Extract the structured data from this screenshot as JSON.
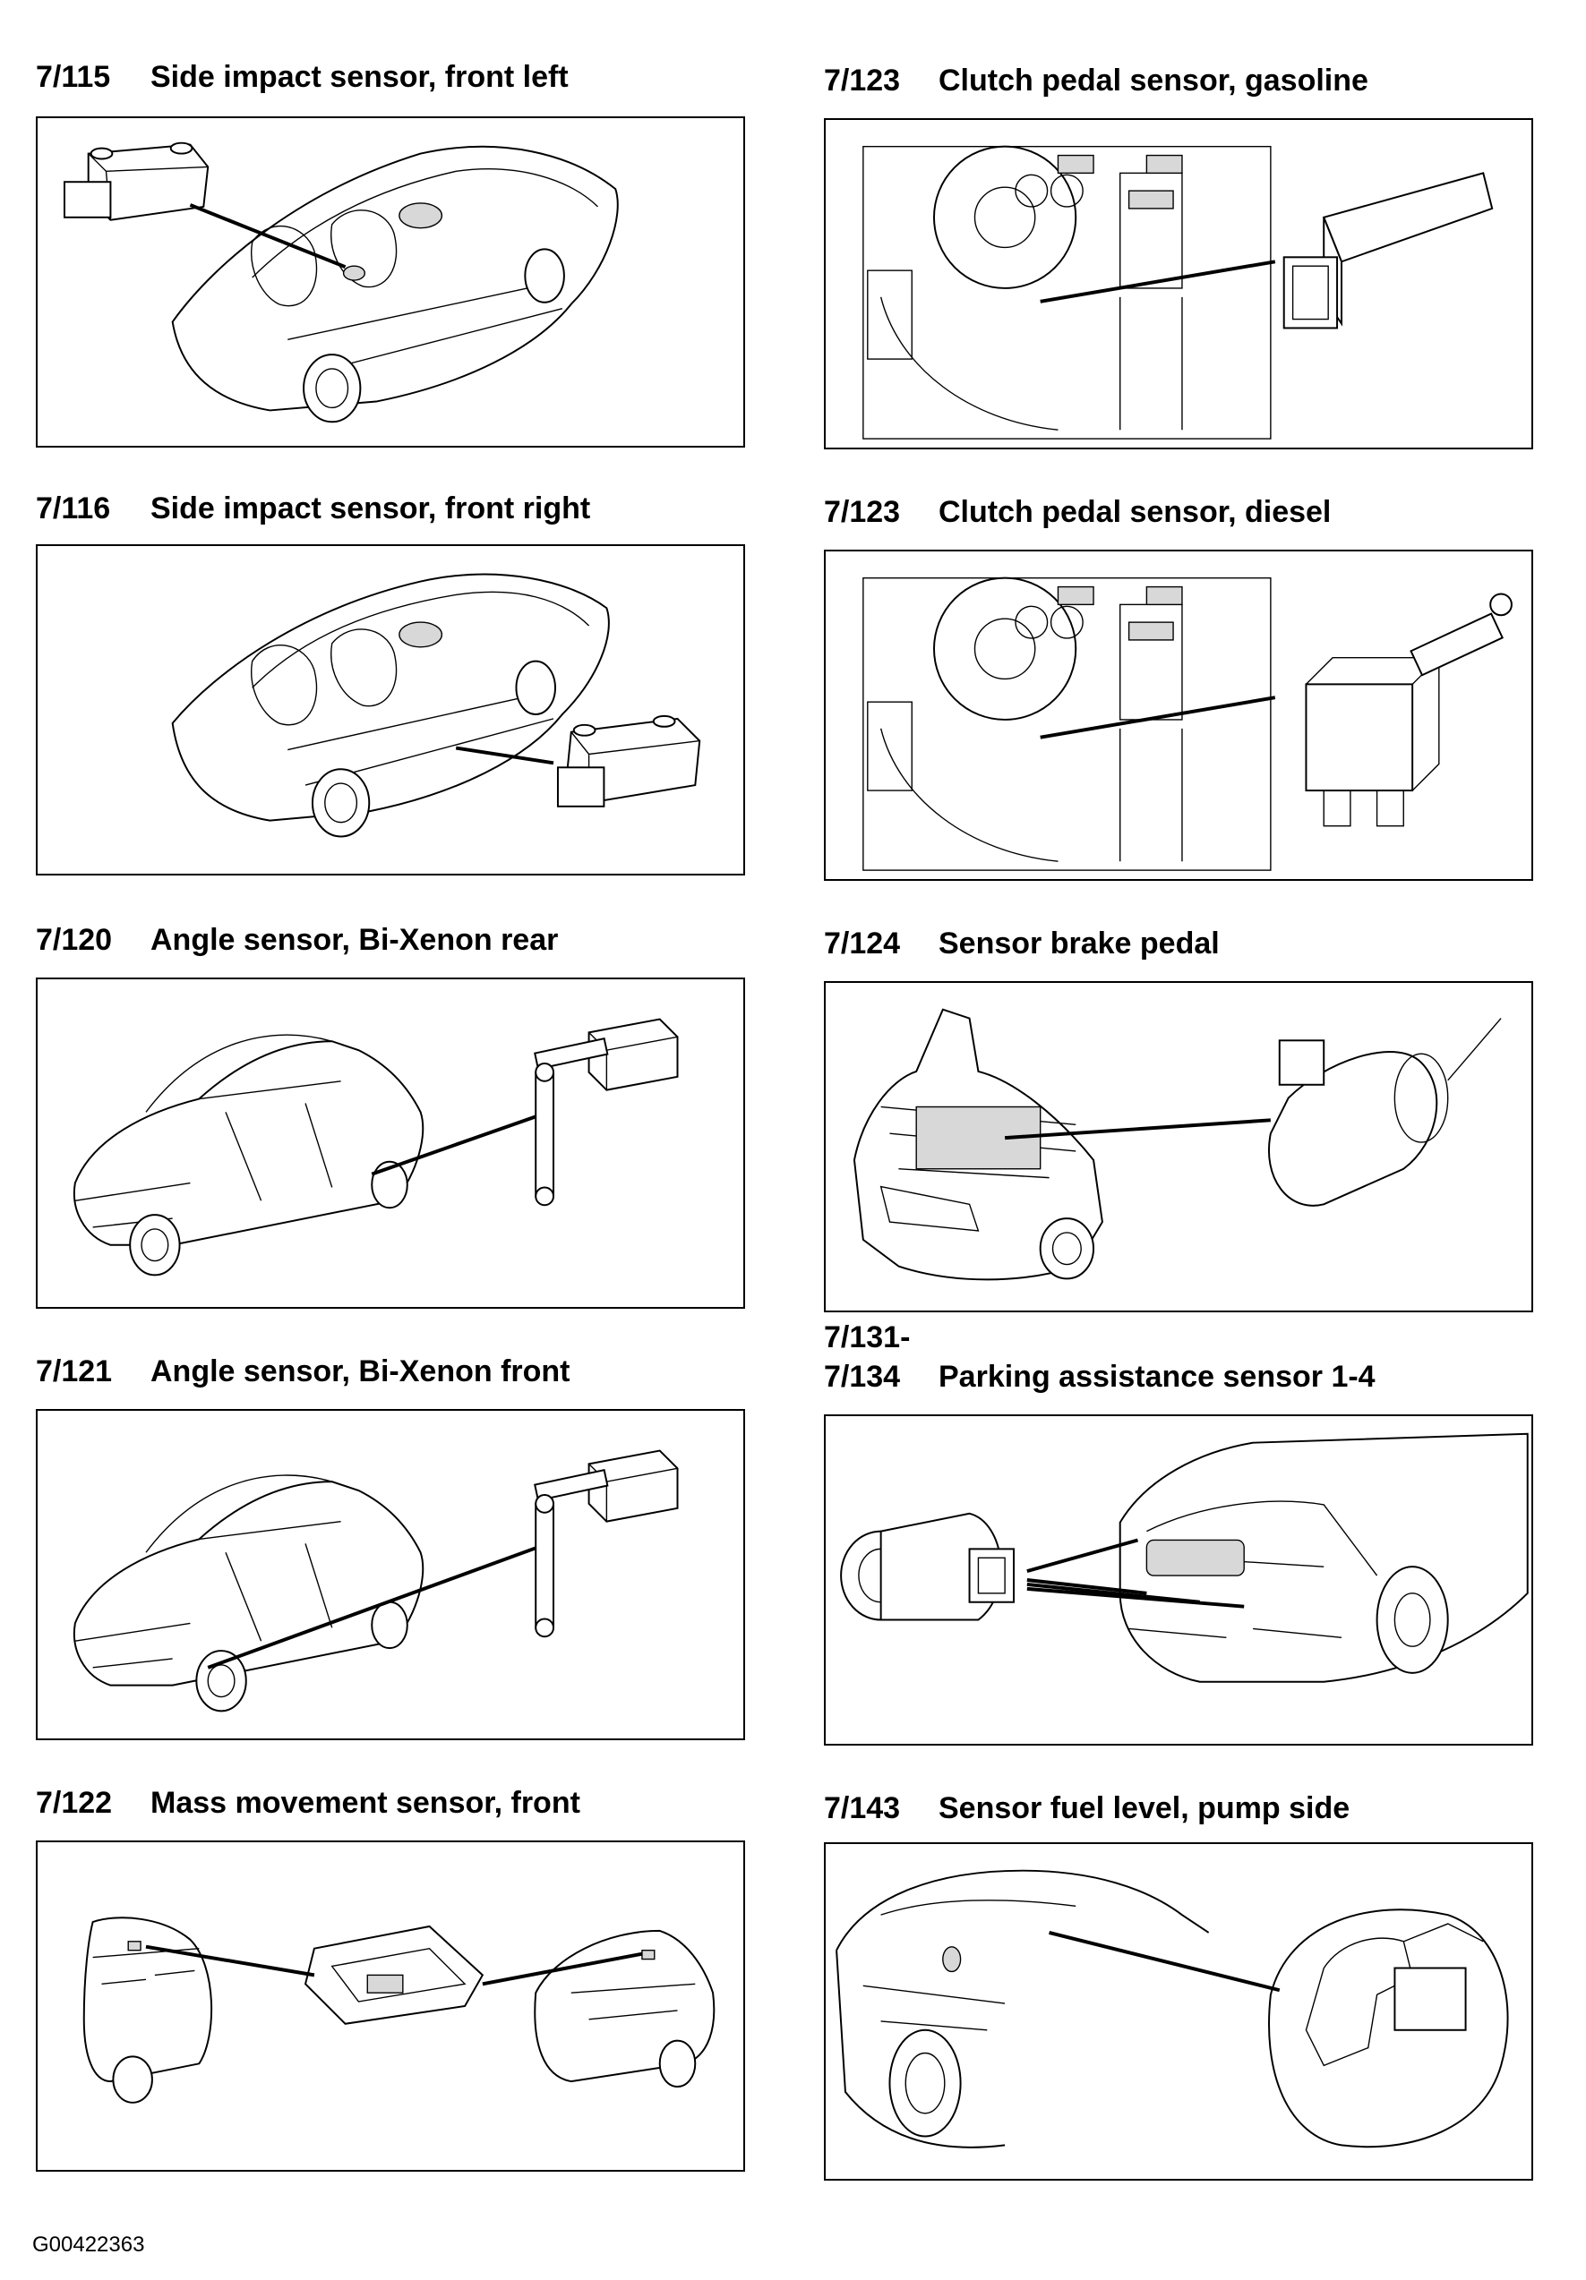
{
  "entries": [
    {
      "code": "7/115",
      "title": "Side impact sensor, front left"
    },
    {
      "code": "7/116",
      "title": "Side impact sensor, front right"
    },
    {
      "code": "7/120",
      "title": "Angle sensor, Bi-Xenon rear"
    },
    {
      "code": "7/121",
      "title": "Angle sensor, Bi-Xenon front"
    },
    {
      "code": "7/122",
      "title": "Mass movement sensor, front"
    },
    {
      "code": "7/123",
      "title": "Clutch pedal sensor, gasoline"
    },
    {
      "code": "7/123",
      "title": "Clutch pedal sensor, diesel"
    },
    {
      "code": "7/124",
      "title": "Sensor brake pedal"
    },
    {
      "code": "7/131-",
      "code2": "7/134",
      "title": "Parking assistance sensor 1-4"
    },
    {
      "code": "7/143",
      "title": "Sensor fuel level, pump side"
    }
  ],
  "footer": "G00422363"
}
